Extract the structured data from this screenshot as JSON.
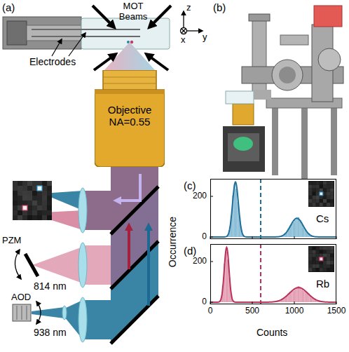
{
  "diagram": {
    "nodes": [
      {
        "text": [
          "Objective NA=0.55"
        ]
      },
      {
        "text": [
          "Cs"
        ]
      },
      {
        "text": [
          "Rb"
        ]
      }
    ],
    "labels": [
      "(a)",
      "MOT Beams",
      "z",
      "x",
      "y",
      "Electrodes",
      "(b)",
      "PZM",
      "814 nm",
      "AOD",
      "938 nm",
      "(c)",
      "(d)",
      "Occurrence",
      "Counts",
      "200",
      "0",
      "200",
      "0",
      "0",
      "500",
      "1000",
      "1500"
    ]
  }
}
